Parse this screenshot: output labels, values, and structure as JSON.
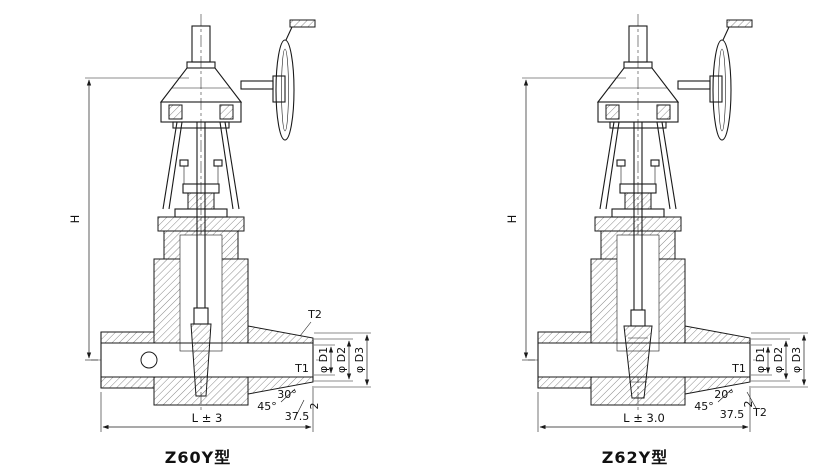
{
  "figures": [
    {
      "title": "Z60Y型",
      "height_label": "H",
      "length_label": "L ± 3",
      "t1": "T1",
      "t2": "T2",
      "d1": "φ D1",
      "d2": "φ D2",
      "d3": "φ D3",
      "seat_angle": "30°",
      "chamfer_angle": "45°",
      "chamfer_depth": "37.5",
      "land": "2"
    },
    {
      "title": "Z62Y型",
      "height_label": "H",
      "length_label": "L ± 3.0",
      "t1": "T1",
      "t2": "T2",
      "d1": "φ D1",
      "d2": "φ D2",
      "d3": "φ D3",
      "seat_angle": "20°",
      "chamfer_angle": "45°",
      "chamfer_depth": "37.5",
      "land": "2"
    }
  ],
  "colors": {
    "line": "#1a1a1a",
    "background": "#ffffff"
  }
}
